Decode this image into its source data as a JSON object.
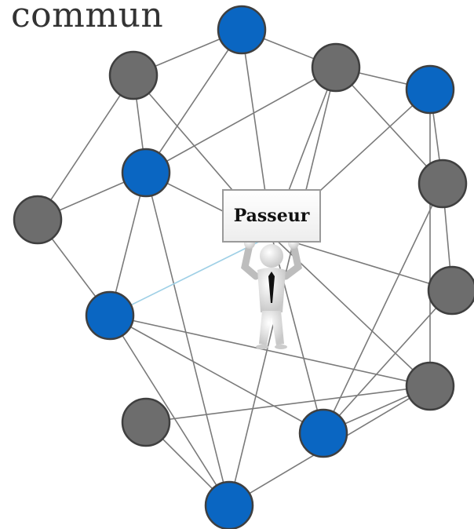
{
  "title": "commun",
  "sign_label": "Passeur",
  "colors": {
    "blue_node": "#0a66c2",
    "gray_node": "#6d6d6d",
    "edge": "#7a7a7a",
    "highlight_edge": "#9fd0e6"
  },
  "figure": "person-holding-sign",
  "nodes": [
    {
      "id": "n1",
      "color": "blue"
    },
    {
      "id": "n2",
      "color": "gray"
    },
    {
      "id": "n3",
      "color": "gray"
    },
    {
      "id": "n4",
      "color": "blue"
    },
    {
      "id": "n5",
      "color": "blue"
    },
    {
      "id": "n6",
      "color": "gray"
    },
    {
      "id": "n7",
      "color": "gray"
    },
    {
      "id": "n8",
      "color": "blue"
    },
    {
      "id": "n9",
      "color": "gray"
    },
    {
      "id": "n10",
      "color": "blue"
    },
    {
      "id": "n11",
      "color": "gray"
    },
    {
      "id": "n12",
      "color": "gray"
    },
    {
      "id": "n13",
      "color": "blue"
    }
  ],
  "edges": [
    [
      "n1",
      "n2"
    ],
    [
      "n1",
      "n3"
    ],
    [
      "n1",
      "n5"
    ],
    [
      "n1",
      "center"
    ],
    [
      "n2",
      "n5"
    ],
    [
      "n2",
      "n6"
    ],
    [
      "n2",
      "center"
    ],
    [
      "n3",
      "n4"
    ],
    [
      "n3",
      "n5"
    ],
    [
      "n3",
      "n13"
    ],
    [
      "n3",
      "n7"
    ],
    [
      "n3",
      "center"
    ],
    [
      "n4",
      "n7"
    ],
    [
      "n4",
      "n12"
    ],
    [
      "n4",
      "center"
    ],
    [
      "n5",
      "n6"
    ],
    [
      "n5",
      "n8"
    ],
    [
      "n5",
      "center"
    ],
    [
      "n5",
      "n13"
    ],
    [
      "n6",
      "n8"
    ],
    [
      "n7",
      "n9"
    ],
    [
      "n7",
      "n10"
    ],
    [
      "n8",
      "n10"
    ],
    [
      "n8",
      "n13"
    ],
    [
      "n8",
      "center",
      "highlight"
    ],
    [
      "n8",
      "n12"
    ],
    [
      "n9",
      "n10"
    ],
    [
      "n10",
      "center"
    ],
    [
      "n10",
      "n12"
    ],
    [
      "n11",
      "n12"
    ],
    [
      "n11",
      "n13"
    ],
    [
      "n12",
      "n13"
    ],
    [
      "n12",
      "center"
    ],
    [
      "center",
      "n9"
    ]
  ]
}
